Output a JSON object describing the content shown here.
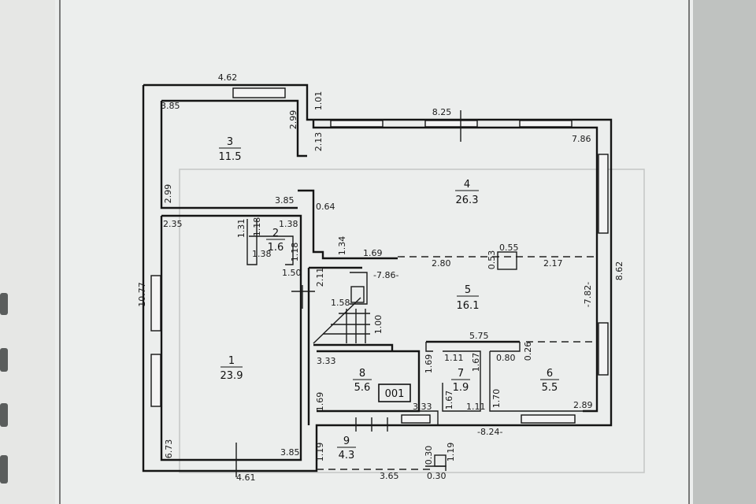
{
  "plan": {
    "code": "001",
    "rooms": [
      {
        "number": "1",
        "area": "23.9"
      },
      {
        "number": "2",
        "area": "1.6"
      },
      {
        "number": "3",
        "area": "11.5"
      },
      {
        "number": "4",
        "area": "26.3"
      },
      {
        "number": "5",
        "area": "16.1"
      },
      {
        "number": "6",
        "area": "5.5"
      },
      {
        "number": "7",
        "area": "1.9"
      },
      {
        "number": "8",
        "area": "5.6"
      },
      {
        "number": "9",
        "area": "4.3"
      }
    ],
    "dims": {
      "top_left": "4.62",
      "r3_top": "3.85",
      "r3_right": "2.99",
      "step_101": "1.01",
      "step_213": "2.13",
      "r3_left": "2.99",
      "r3_bottom": "3.85",
      "top_right": "8.25",
      "r4_right_top": "7.86",
      "r4_064": "0.64",
      "r4_134": "1.34",
      "r4_169": "1.69",
      "r1_top": "2.35",
      "r2_131": "1.31",
      "r2_118a": "1.18",
      "r2_138a": "1.38",
      "r2_138b": "1.38",
      "r2_118b": "1.18",
      "r1_150": "1.50",
      "stair_211": "2.11",
      "stair_158": "1.58",
      "stair_100": "1.00",
      "left_total": "10.77",
      "r5_786": "-7.86-",
      "r5_280": "2.80",
      "pillar_053": "0.53",
      "pillar_055": "0.55",
      "r5_217": "2.17",
      "r5_right": "-7.82-",
      "right_total": "8.62",
      "r5_575": "5.75",
      "r6_026": "0.26",
      "r6_080": "0.80",
      "r7_111a": "1.11",
      "r7_169": "1.69",
      "r7_167a": "1.67",
      "r7_167b": "1.67",
      "r7_111b": "1.11",
      "r8_333a": "3.33",
      "r8_169": "1.69",
      "r8_333b": "3.33",
      "r6_170": "1.70",
      "r6_289": "2.89",
      "r9_824": "-8.24-",
      "r1_673": "6.73",
      "r1_385": "3.85",
      "r9_119a": "1.19",
      "r9_030a": "0.30",
      "r9_119b": "1.19",
      "r9_365": "3.65",
      "r9_030b": "0.30",
      "bottom_left": "4.61"
    }
  }
}
